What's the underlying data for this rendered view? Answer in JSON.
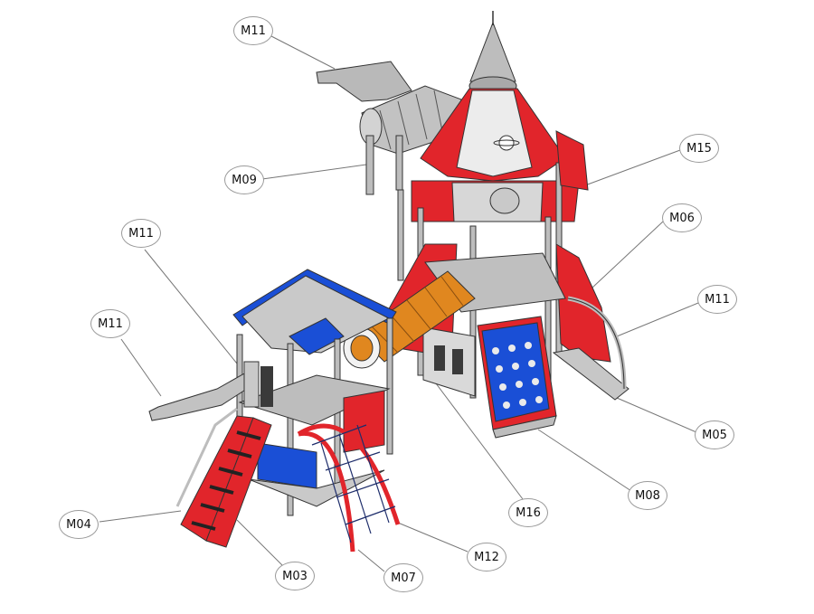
{
  "callouts": [
    {
      "id": "c1",
      "label": "M11"
    },
    {
      "id": "c2",
      "label": "M09"
    },
    {
      "id": "c3",
      "label": "M15"
    },
    {
      "id": "c4",
      "label": "M06"
    },
    {
      "id": "c5",
      "label": "M11"
    },
    {
      "id": "c6",
      "label": "M11"
    },
    {
      "id": "c7",
      "label": "M11"
    },
    {
      "id": "c8",
      "label": "M05"
    },
    {
      "id": "c9",
      "label": "M08"
    },
    {
      "id": "c10",
      "label": "M16"
    },
    {
      "id": "c11",
      "label": "M12"
    },
    {
      "id": "c12",
      "label": "M07"
    },
    {
      "id": "c13",
      "label": "M03"
    },
    {
      "id": "c14",
      "label": "M04"
    }
  ],
  "colors": {
    "red": "#e1252b",
    "blue": "#1a4fd6",
    "gray": "#b7b7b7",
    "orange": "#e0871f",
    "dark": "#3a3a3a"
  }
}
